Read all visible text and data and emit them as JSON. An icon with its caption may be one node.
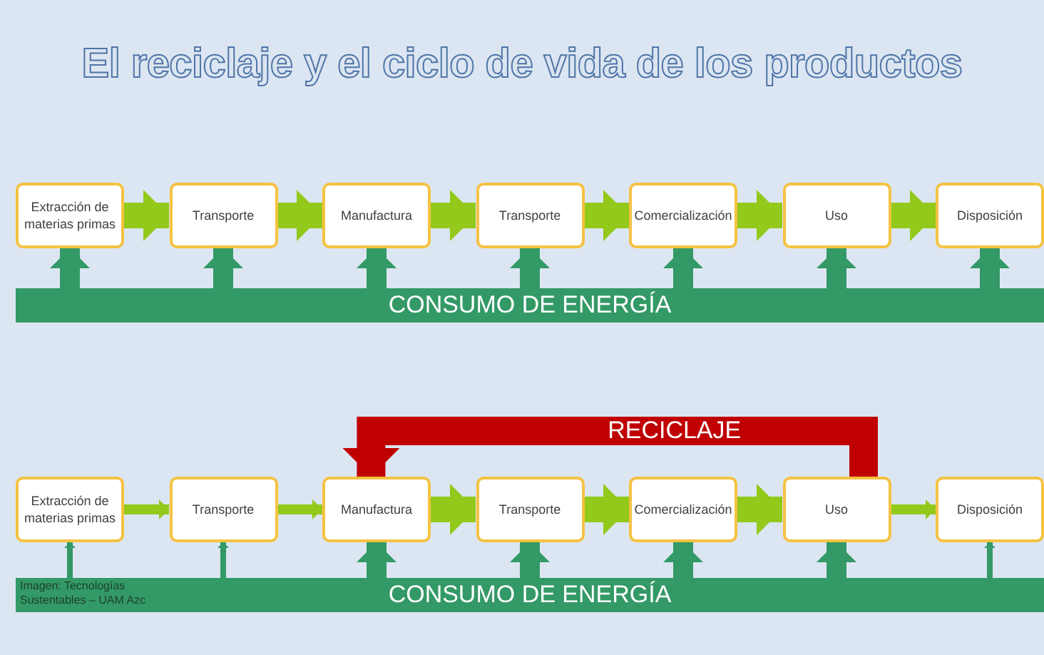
{
  "diagram": {
    "title": "El reciclaje y el ciclo de vida de los productos",
    "nodes": [
      {
        "text": [
          "Extracción de materias primas"
        ]
      },
      {
        "text": [
          "Transporte"
        ]
      },
      {
        "text": [
          "Manufactura"
        ]
      },
      {
        "text": [
          "Transporte"
        ]
      },
      {
        "text": [
          "Comercialización"
        ]
      },
      {
        "text": [
          "Uso"
        ]
      },
      {
        "text": [
          "Disposición"
        ]
      },
      {
        "text": [
          "CONSUMO DE ENERGÍA"
        ]
      },
      {
        "text": [
          "Extracción de materias primas"
        ]
      },
      {
        "text": [
          "Transporte"
        ]
      },
      {
        "text": [
          "Manufactura"
        ]
      },
      {
        "text": [
          "Transporte"
        ]
      },
      {
        "text": [
          "Comercialización"
        ]
      },
      {
        "text": [
          "Uso"
        ]
      },
      {
        "text": [
          "Disposición"
        ]
      },
      {
        "text": [
          "Imagen: Tecnologías Sustentables – UAM Azc",
          "CONSUMO DE ENERGÍA"
        ]
      }
    ],
    "edges": [
      {
        "from": 0,
        "to": 1,
        "arrow": "to",
        "color": "#92c91a"
      },
      {
        "from": 1,
        "to": 2,
        "arrow": "to",
        "color": "#92c91a"
      },
      {
        "from": 2,
        "to": 3,
        "arrow": "to",
        "color": "#92c91a"
      },
      {
        "from": 3,
        "to": 4,
        "arrow": "to",
        "color": "#92c91a"
      },
      {
        "from": 4,
        "to": 5,
        "arrow": "to",
        "color": "#92c91a"
      },
      {
        "from": 5,
        "to": 6,
        "arrow": "to",
        "color": "#92c91a"
      },
      {
        "from": 7,
        "to": 0,
        "arrow": "to"
      },
      {
        "from": 7,
        "to": 1,
        "arrow": "to"
      },
      {
        "from": 7,
        "to": 2,
        "arrow": "to"
      },
      {
        "from": 7,
        "to": 3,
        "arrow": "to"
      },
      {
        "from": 7,
        "to": 4,
        "arrow": "to"
      },
      {
        "from": 7,
        "to": 5,
        "arrow": "to"
      },
      {
        "from": 7,
        "to": 6,
        "arrow": "to"
      },
      {
        "from": 8,
        "to": 9,
        "arrow": "to",
        "color": "#92c91a"
      },
      {
        "from": 9,
        "to": 10,
        "arrow": "to",
        "color": "#92c91a"
      },
      {
        "from": 10,
        "to": 11,
        "arrow": "to",
        "color": "#92c91a"
      },
      {
        "from": 11,
        "to": 12,
        "arrow": "to",
        "color": "#92c91a"
      },
      {
        "from": 12,
        "to": 13,
        "arrow": "to",
        "color": "#92c91a"
      },
      {
        "from": 13,
        "to": 14,
        "arrow": "to",
        "color": "#92c91a"
      },
      {
        "from": 13,
        "to": 10,
        "arrow": "to",
        "label": "RECICLAJE",
        "color": "#c00000"
      },
      {
        "from": 15,
        "to": 8,
        "arrow": "to"
      },
      {
        "from": 15,
        "to": 9,
        "arrow": "to"
      },
      {
        "from": 15,
        "to": 10,
        "arrow": "to"
      },
      {
        "from": 15,
        "to": 11,
        "arrow": "to"
      },
      {
        "from": 15,
        "to": 12,
        "arrow": "to"
      },
      {
        "from": 15,
        "to": 13,
        "arrow": "to"
      },
      {
        "from": 15,
        "to": 14,
        "arrow": "to"
      }
    ]
  }
}
